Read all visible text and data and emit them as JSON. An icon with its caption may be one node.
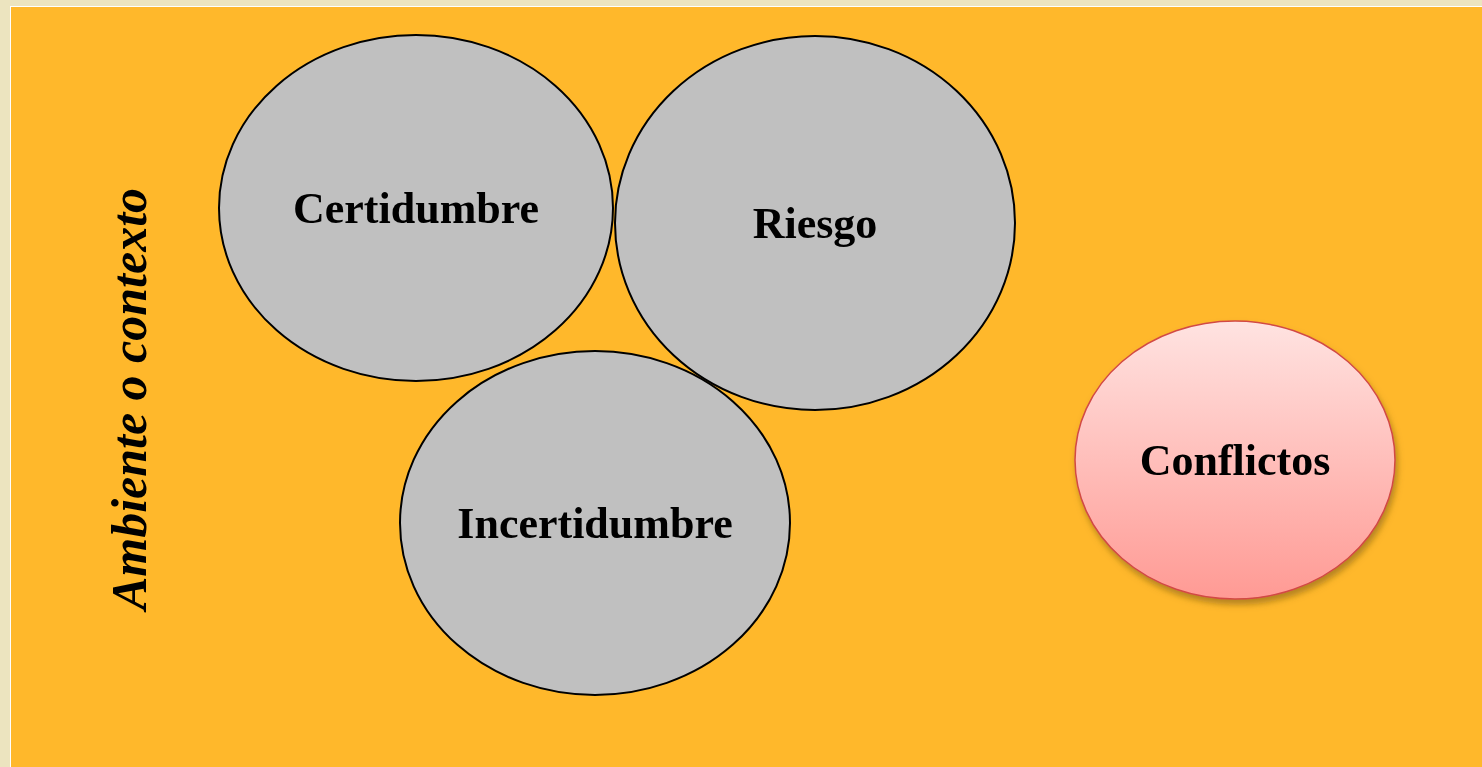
{
  "diagram": {
    "nodes": [
      {
        "text": [
          "Ambiente o contexto"
        ]
      },
      {
        "text": [
          "Certidumbre"
        ],
        "in": 0
      },
      {
        "text": [
          "Riesgo"
        ],
        "in": 0
      },
      {
        "text": [
          "Incertidumbre"
        ],
        "in": 0
      },
      {
        "text": [
          "Conflictos"
        ],
        "in": 0
      }
    ]
  }
}
